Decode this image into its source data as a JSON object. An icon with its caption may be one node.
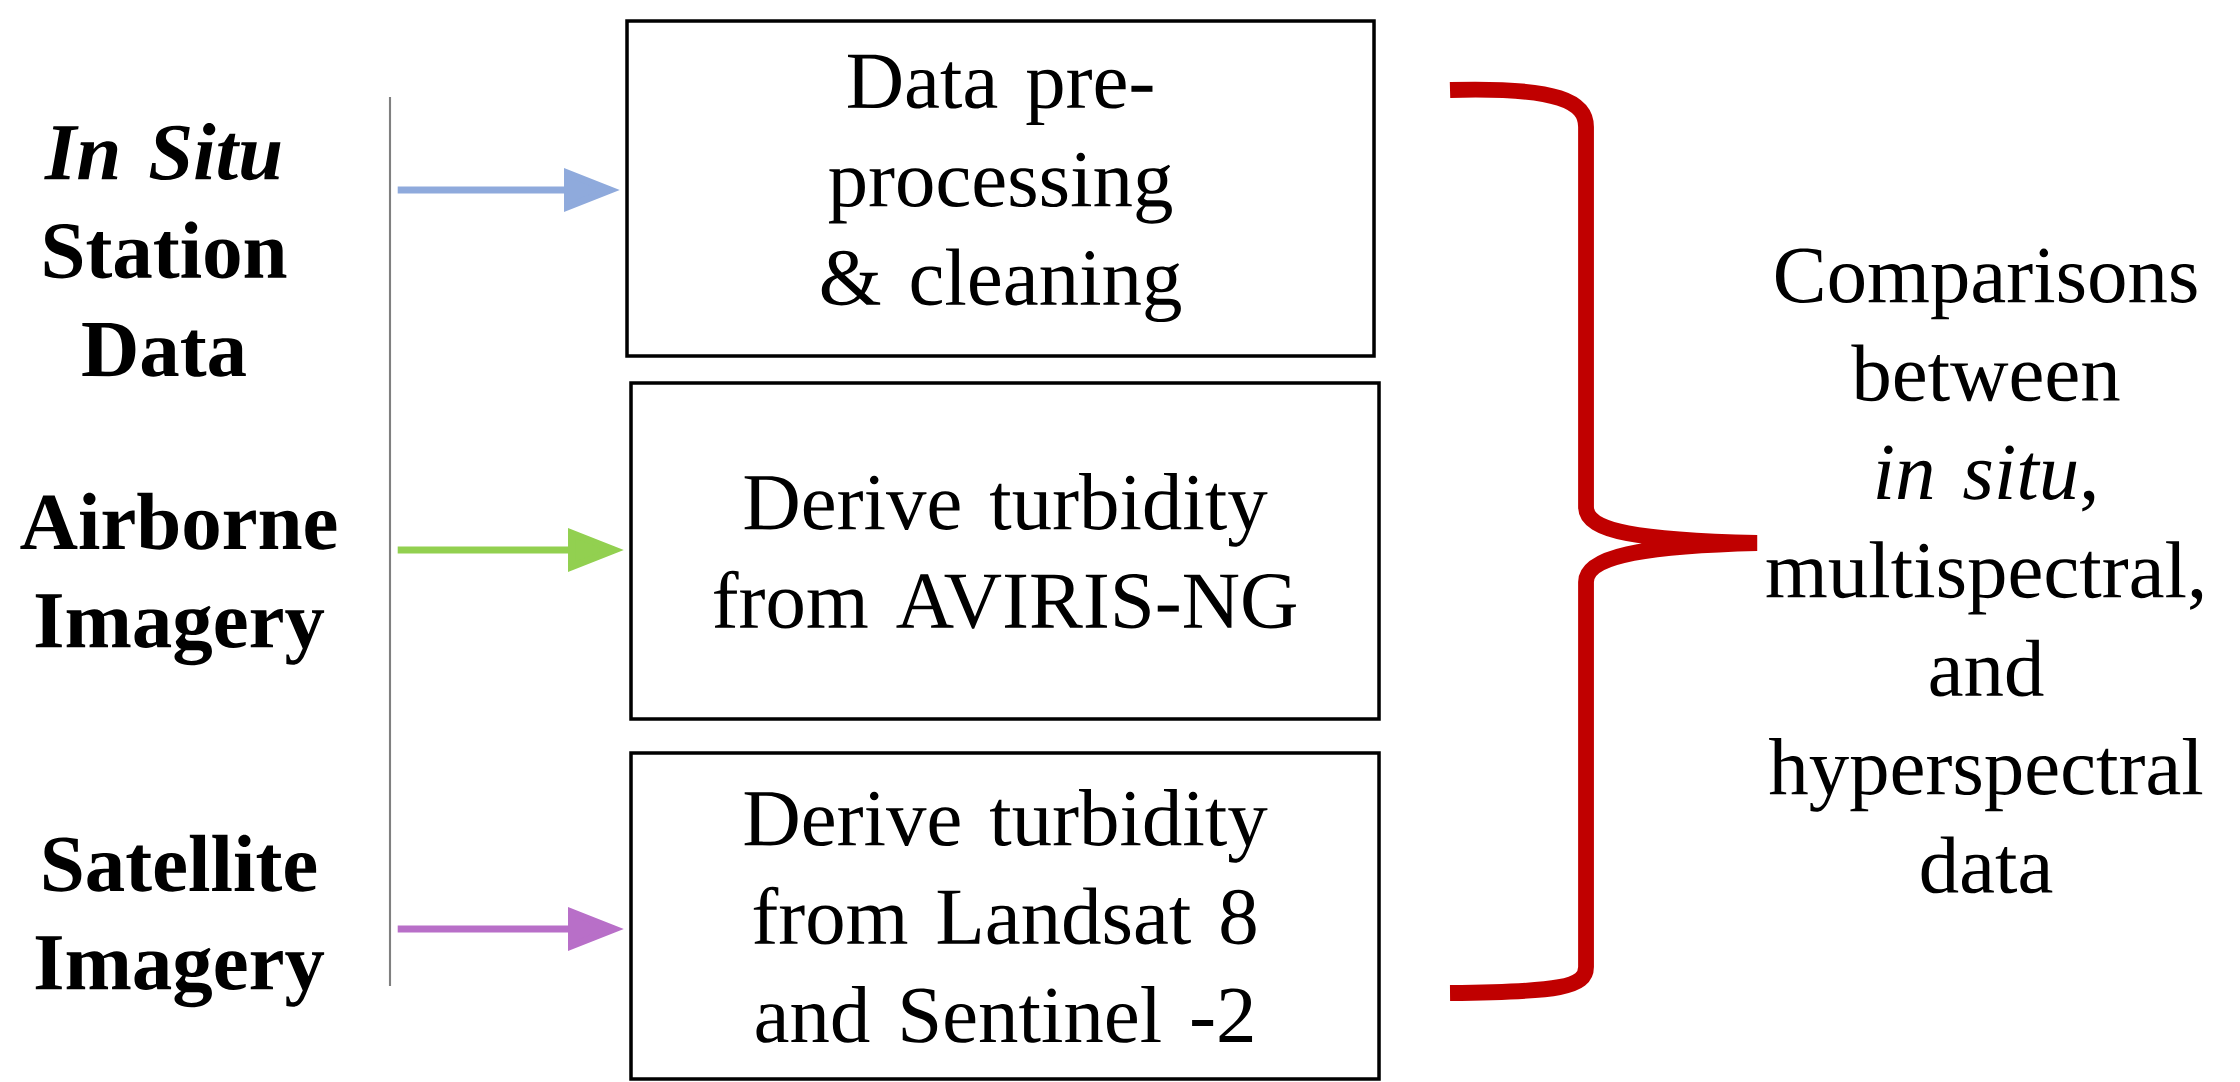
{
  "diagram": {
    "nodes": [
      {
        "text": [
          "*In Situ* Station Data"
        ]
      },
      {
        "text": [
          "Airborne Imagery"
        ]
      },
      {
        "text": [
          "Satellite Imagery"
        ]
      },
      {
        "text": [
          "Data pre-processing & cleaning"
        ]
      },
      {
        "text": [
          "Derive turbidity from AVIRIS-NG"
        ]
      },
      {
        "text": [
          "Derive turbidity from Landsat 8 and Sentinel -2"
        ]
      },
      {
        "text": [
          "Comparisons between *in situ*, multispectral, and hyperspectral data"
        ]
      }
    ],
    "edges": [
      {
        "from": 0,
        "to": 3,
        "arrow": "to",
        "color": "#8faadc"
      },
      {
        "from": 1,
        "to": 4,
        "arrow": "to",
        "color": "#92d050"
      },
      {
        "from": 2,
        "to": 5,
        "arrow": "to",
        "color": "#b86fc8"
      }
    ]
  }
}
